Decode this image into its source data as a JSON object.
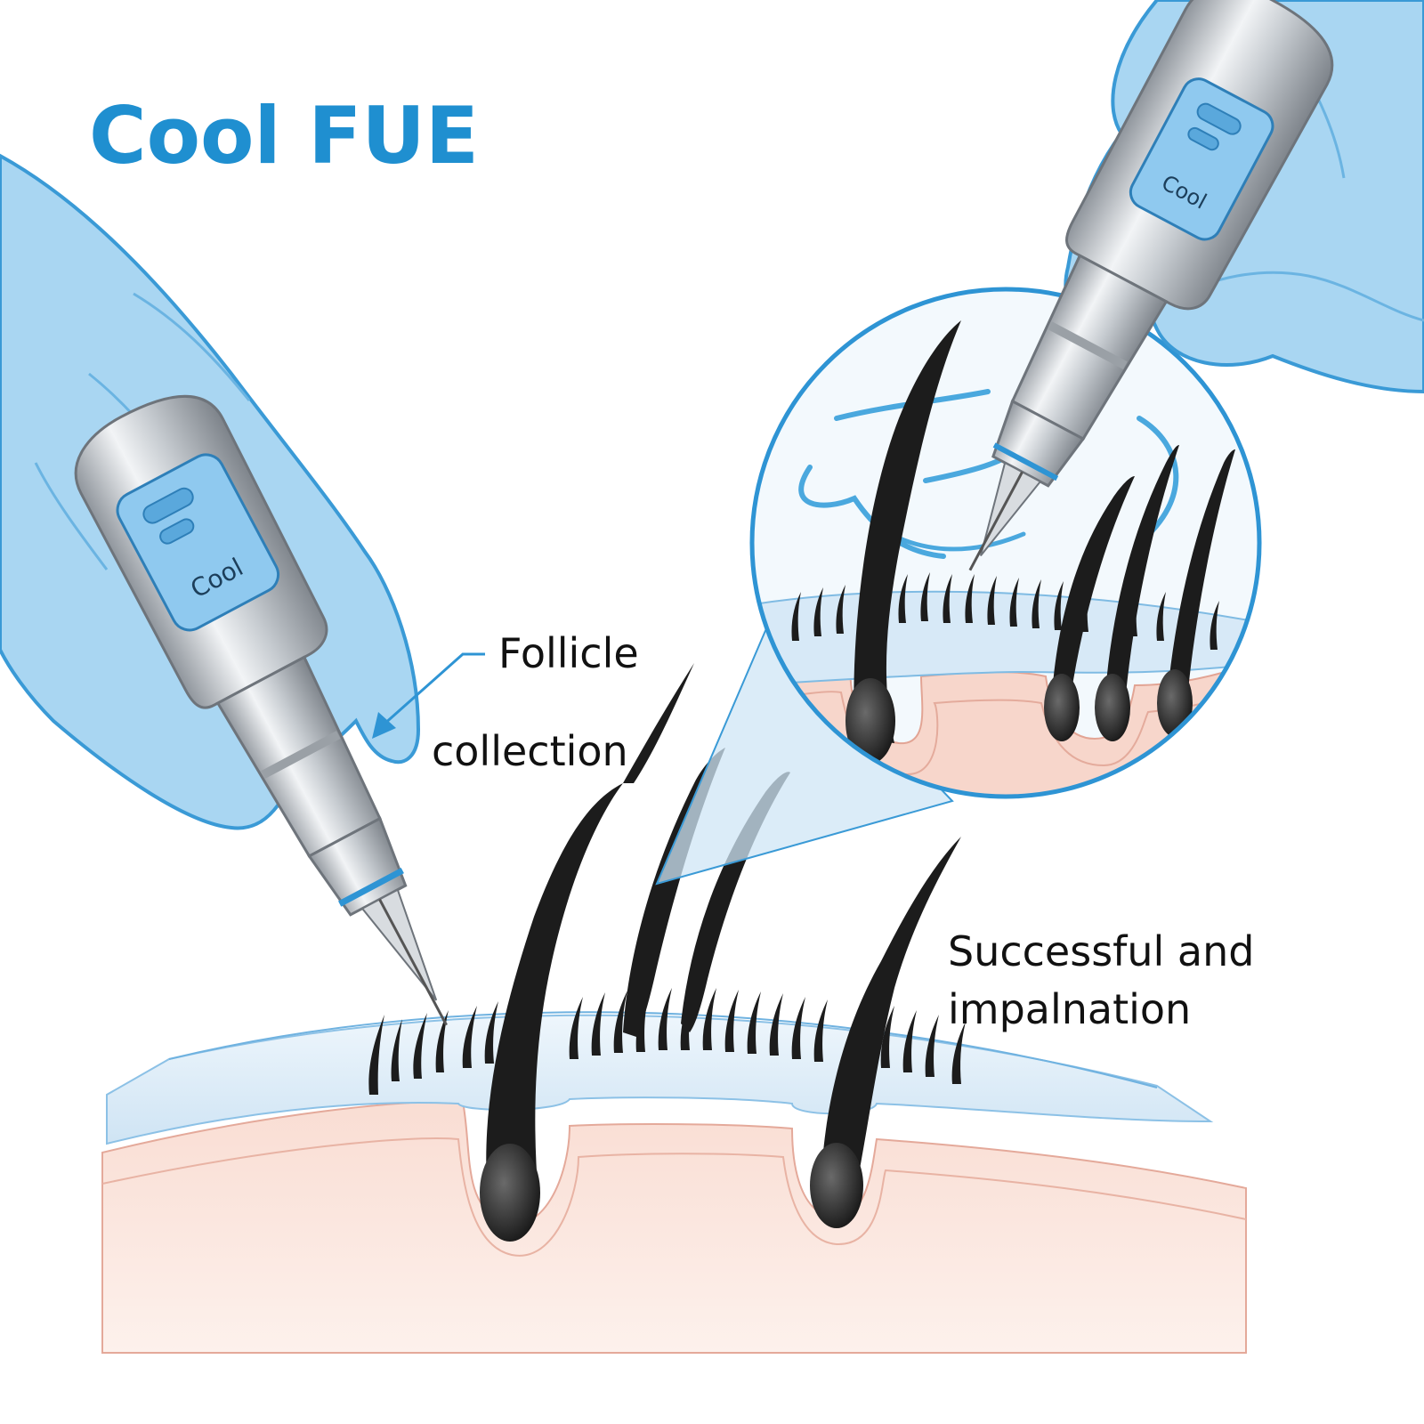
{
  "title": "Cool FUE",
  "device_badge_left": "Cool",
  "device_badge_right": "Cool",
  "labels": {
    "follicle": "Follicle",
    "collection": "collection",
    "successful_line1": "Successful and",
    "successful_line2": "impalnation"
  },
  "colors": {
    "accent": "#1f8fd0",
    "glove": "#a9d6f2",
    "glove_outline": "#3a9ad6",
    "skin_pink": "#f6d3c8",
    "epidermis": "#dcecf8",
    "hair": "#1c1c1c",
    "device_metal": "#c9cdd2"
  },
  "icons": [
    "gloved-hand-left",
    "gloved-hand-right",
    "fue-punch-device",
    "magnifier-circle",
    "callout-arrow"
  ]
}
